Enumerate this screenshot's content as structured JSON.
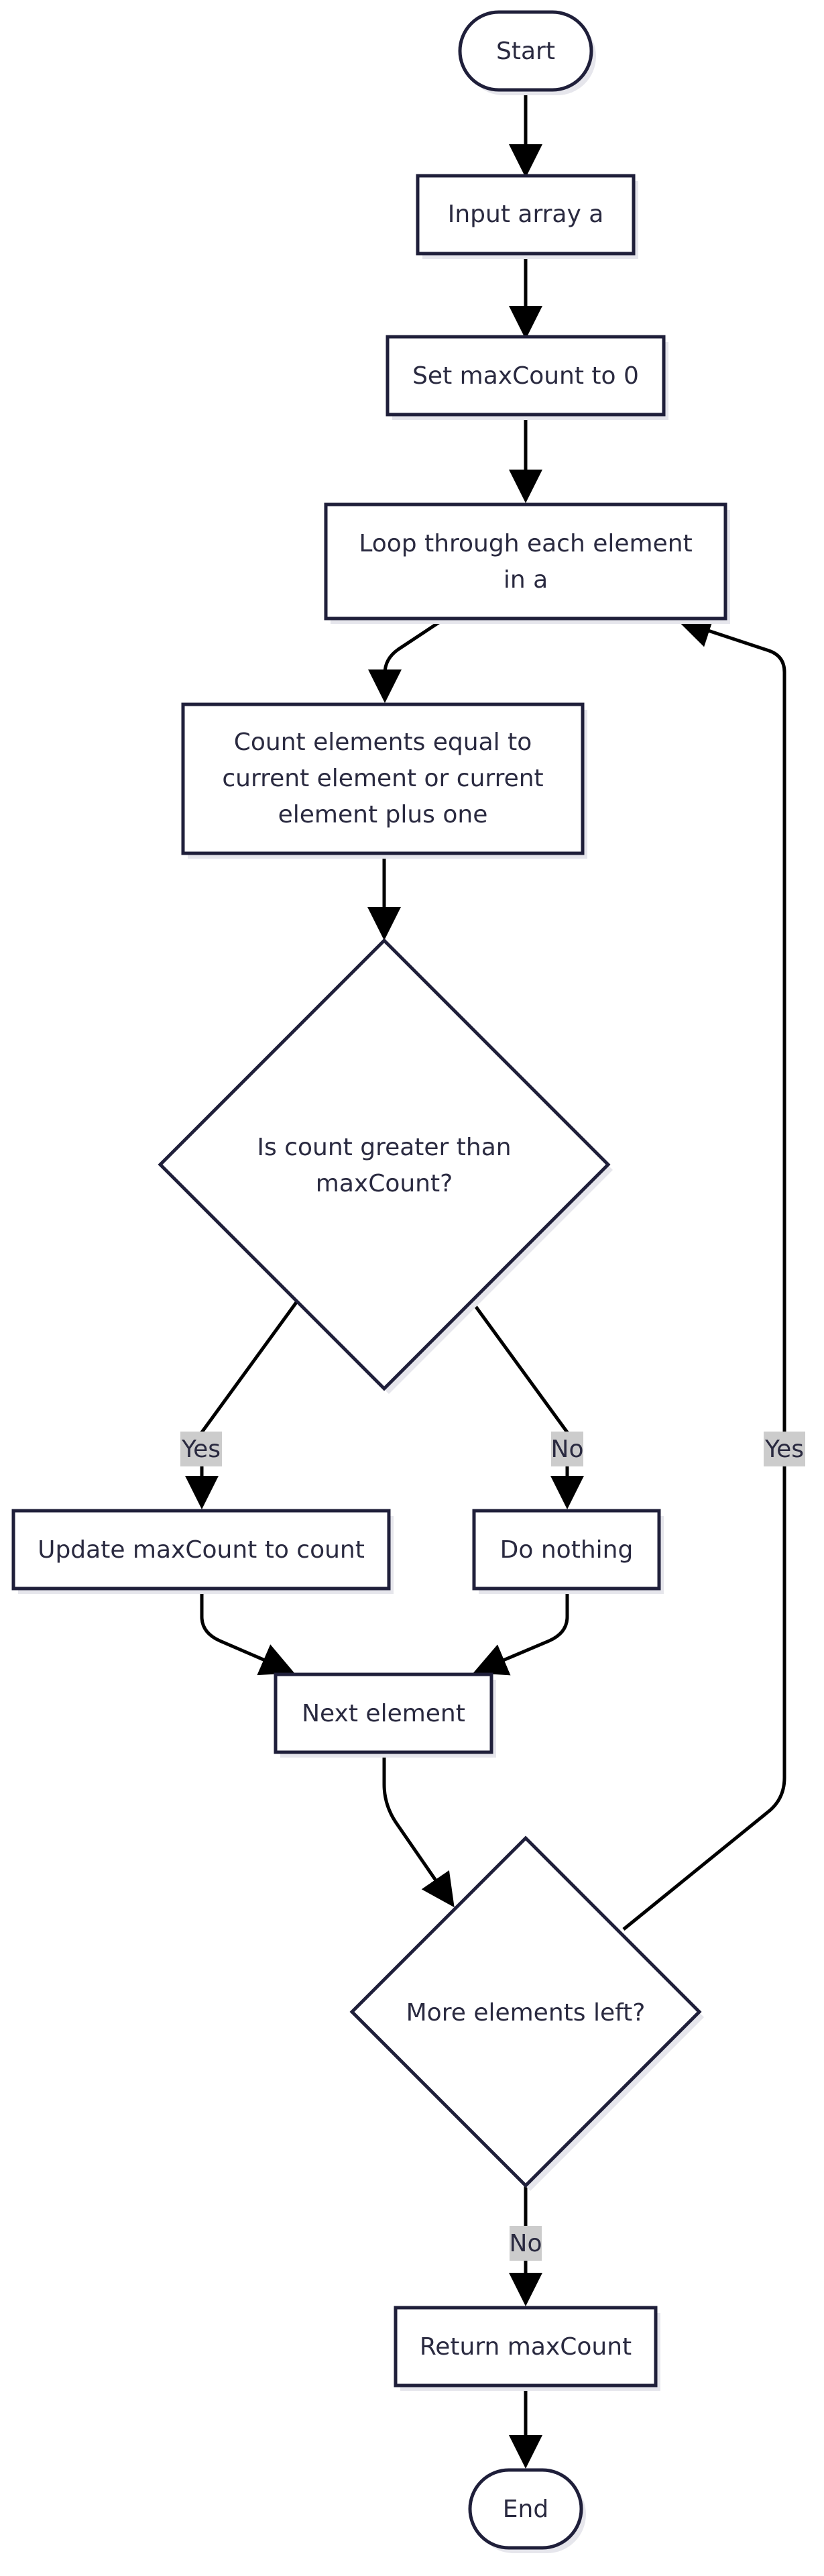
{
  "diagram": {
    "nodes": {
      "start": "Start",
      "input": "Input array a",
      "set_max": "Set maxCount to 0",
      "loop_line1": "Loop through each element",
      "loop_line2": "in a",
      "count_line1": "Count elements equal to",
      "count_line2": "current element or current",
      "count_line3": "element plus one",
      "decision_line1": "Is count greater than",
      "decision_line2": "maxCount?",
      "update": "Update maxCount to count",
      "nothing": "Do nothing",
      "next": "Next element",
      "more": "More elements left?",
      "return": "Return maxCount",
      "end": "End"
    },
    "edges": {
      "yes_update": "Yes",
      "no_nothing": "No",
      "yes_loop": "Yes",
      "no_return": "No"
    },
    "colors": {
      "node_stroke": "#1f1f3a",
      "edge": "#000000",
      "label_bg": "#cccccc"
    }
  }
}
